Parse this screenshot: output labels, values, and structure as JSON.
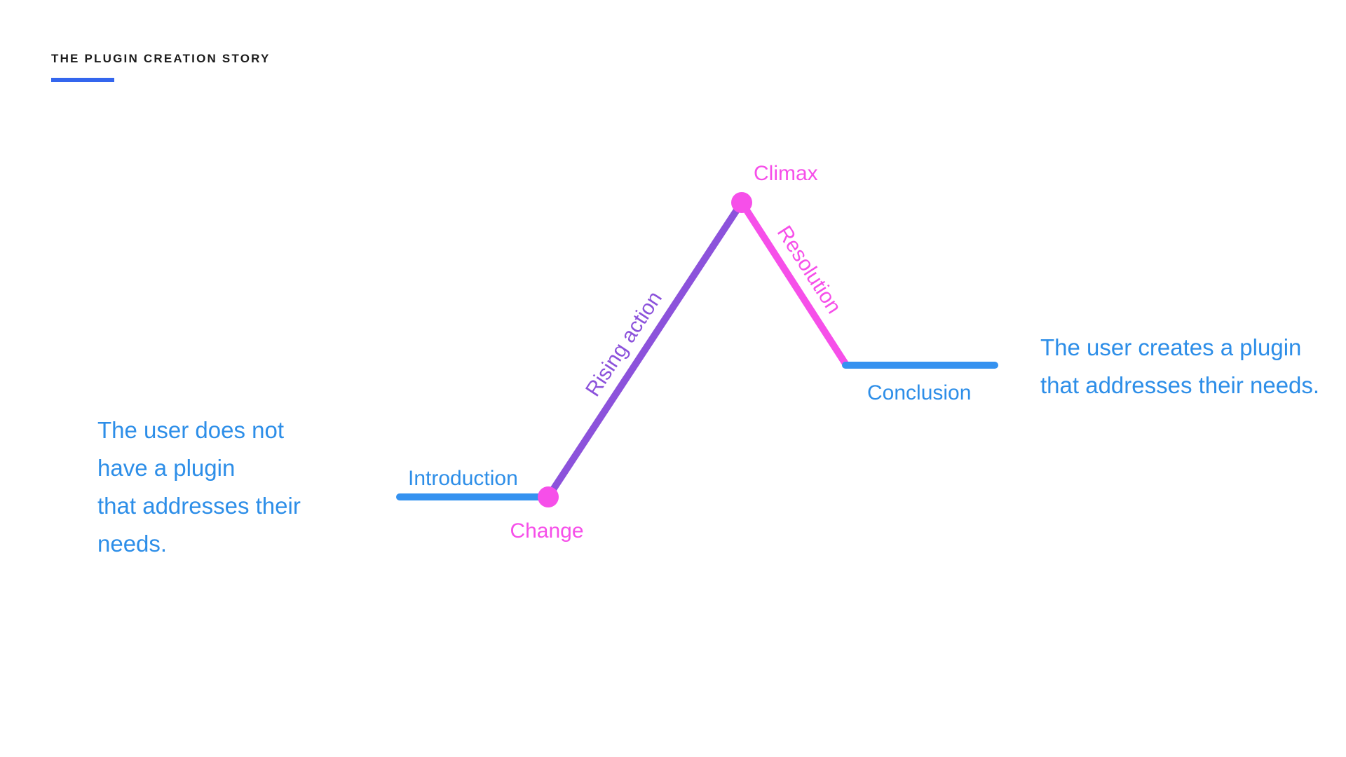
{
  "header": {
    "kicker": "THE PLUGIN CREATION STORY"
  },
  "left_note": {
    "lines": [
      "The user does not",
      "have a plugin",
      "that addresses their",
      "needs."
    ]
  },
  "right_note": {
    "lines": [
      "The user creates a plugin",
      "that addresses their needs."
    ]
  },
  "story_arc": {
    "introduction": "Introduction",
    "change": "Change",
    "rising_action": "Rising action",
    "climax": "Climax",
    "resolution": "Resolution",
    "conclusion": "Conclusion"
  },
  "colors": {
    "blue": "#3592f0",
    "purple": "#8c52db",
    "magenta": "#f64fe9",
    "text_blue": "#2d8ee8",
    "accent_rule": "#3466ee"
  }
}
